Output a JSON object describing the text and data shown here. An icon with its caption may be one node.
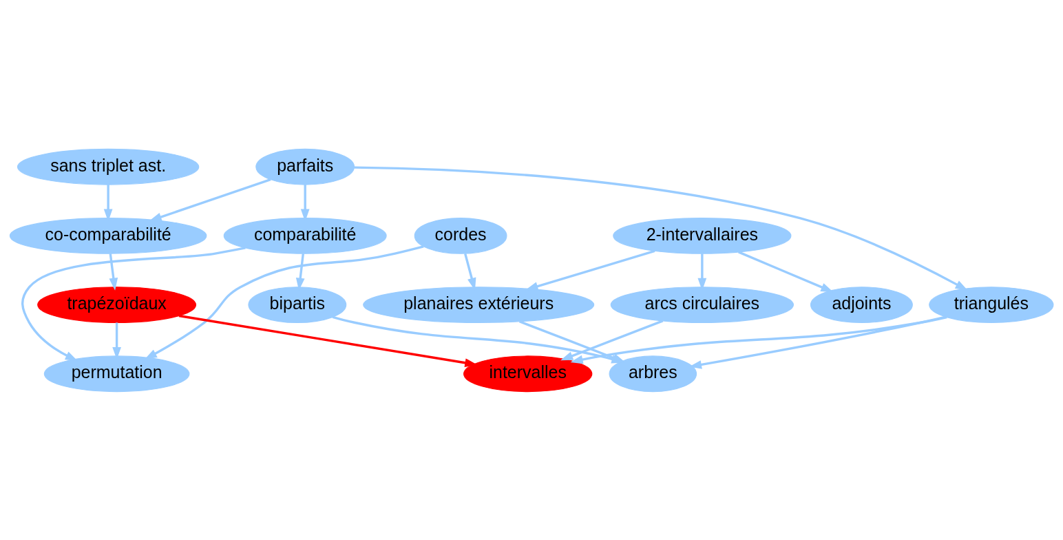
{
  "diagram": {
    "nodes": [
      {
        "text": [
          "2-intervallaires"
        ]
      },
      {
        "text": [
          "cordes"
        ]
      },
      {
        "text": [
          "sans triplet ast."
        ]
      },
      {
        "text": [
          "parfaits"
        ]
      },
      {
        "text": [
          "co-comparabilité"
        ]
      },
      {
        "text": [
          "triangulés"
        ]
      },
      {
        "text": [
          "planaires extérieurs"
        ]
      },
      {
        "text": [
          "comparabilité"
        ]
      },
      {
        "text": [
          "adjoints"
        ]
      },
      {
        "text": [
          "trapézoïdaux"
        ]
      },
      {
        "text": [
          "bipartis"
        ]
      },
      {
        "text": [
          "arcs circulaires"
        ]
      },
      {
        "text": [
          "intervalles"
        ]
      },
      {
        "text": [
          "permutation"
        ]
      },
      {
        "text": [
          "arbres"
        ]
      }
    ],
    "edges": [
      {
        "from": 0,
        "to": 8,
        "arrow": "to"
      },
      {
        "from": 0,
        "to": 11,
        "arrow": "to"
      },
      {
        "from": 0,
        "to": 6,
        "arrow": "to"
      },
      {
        "from": 1,
        "to": 6,
        "arrow": "to"
      },
      {
        "from": 1,
        "to": 13,
        "arrow": "to"
      },
      {
        "from": 2,
        "to": 4,
        "arrow": "to"
      },
      {
        "from": 3,
        "to": 4,
        "arrow": "to"
      },
      {
        "from": 3,
        "to": 7,
        "arrow": "to"
      },
      {
        "from": 3,
        "to": 5,
        "arrow": "to"
      },
      {
        "from": 4,
        "to": 9,
        "arrow": "to"
      },
      {
        "from": 6,
        "to": 14,
        "arrow": "to"
      },
      {
        "from": 7,
        "to": 10,
        "arrow": "to"
      },
      {
        "from": 7,
        "to": 13,
        "arrow": "to"
      },
      {
        "from": 5,
        "to": 12,
        "arrow": "to"
      },
      {
        "from": 5,
        "to": 14,
        "arrow": "to"
      },
      {
        "from": 10,
        "to": 14,
        "arrow": "to"
      },
      {
        "from": 11,
        "to": 12,
        "arrow": "to"
      },
      {
        "from": 9,
        "to": 12,
        "arrow": "to",
        "color": "#ff0000"
      },
      {
        "from": 9,
        "to": 13,
        "arrow": "to"
      }
    ]
  }
}
